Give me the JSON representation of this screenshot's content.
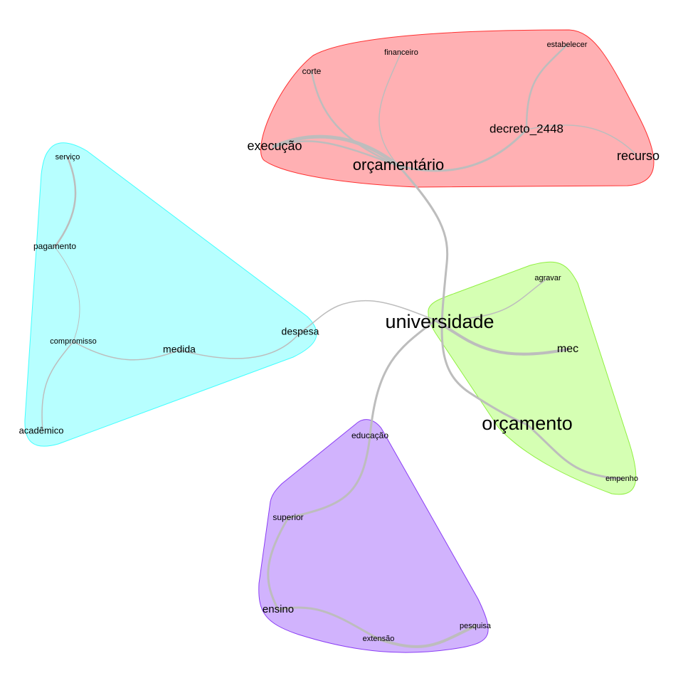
{
  "diagram": {
    "type": "word co-occurrence network",
    "colors": {
      "cluster_red": "#ffb0b3",
      "cluster_red_border": "#ff3030",
      "cluster_cyan": "#b7ffff",
      "cluster_cyan_border": "#40ffff",
      "cluster_green": "#d5ffb3",
      "cluster_green_border": "#90f040",
      "cluster_purple": "#d1b3fd",
      "cluster_purple_border": "#8a3cf5",
      "edge": "#bdbdbd"
    },
    "clusters": {
      "red": [
        "orçamentário",
        "execução",
        "corte",
        "financeiro",
        "estabelecer",
        "decreto_2448",
        "recurso"
      ],
      "cyan": [
        "serviço",
        "pagamento",
        "compromisso",
        "medida",
        "despesa",
        "acadêmico"
      ],
      "green": [
        "universidade",
        "agravar",
        "mec",
        "orçamento",
        "empenho"
      ],
      "purple": [
        "educação",
        "superior",
        "ensino",
        "extensão",
        "pesquisa"
      ]
    },
    "nodes": {
      "orcamentario": "orçamentário",
      "execucao": "execução",
      "corte": "corte",
      "financeiro": "financeiro",
      "estabelecer": "estabelecer",
      "decreto": "decreto_2448",
      "recurso": "recurso",
      "servico": "serviço",
      "pagamento": "pagamento",
      "compromisso": "compromisso",
      "medida": "medida",
      "despesa": "despesa",
      "academico": "acadêmico",
      "universidade": "universidade",
      "agravar": "agravar",
      "mec": "mec",
      "orcamento": "orçamento",
      "empenho": "empenho",
      "educacao": "educação",
      "superior": "superior",
      "ensino": "ensino",
      "extensao": "extensão",
      "pesquisa": "pesquisa"
    },
    "edges": [
      [
        "execução",
        "orçamentário"
      ],
      [
        "corte",
        "orçamentário"
      ],
      [
        "financeiro",
        "orçamentário"
      ],
      [
        "orçamentário",
        "decreto_2448"
      ],
      [
        "decreto_2448",
        "estabelecer"
      ],
      [
        "decreto_2448",
        "recurso"
      ],
      [
        "orçamentário",
        "orçamento"
      ],
      [
        "orçamento",
        "empenho"
      ],
      [
        "universidade",
        "mec"
      ],
      [
        "universidade",
        "agravar"
      ],
      [
        "universidade",
        "despesa"
      ],
      [
        "universidade",
        "educação"
      ],
      [
        "educação",
        "superior"
      ],
      [
        "superior",
        "ensino"
      ],
      [
        "ensino",
        "extensão"
      ],
      [
        "extensão",
        "pesquisa"
      ],
      [
        "serviço",
        "pagamento"
      ],
      [
        "pagamento",
        "compromisso"
      ],
      [
        "compromisso",
        "acadêmico"
      ],
      [
        "compromisso",
        "medida"
      ],
      [
        "medida",
        "despesa"
      ]
    ]
  }
}
